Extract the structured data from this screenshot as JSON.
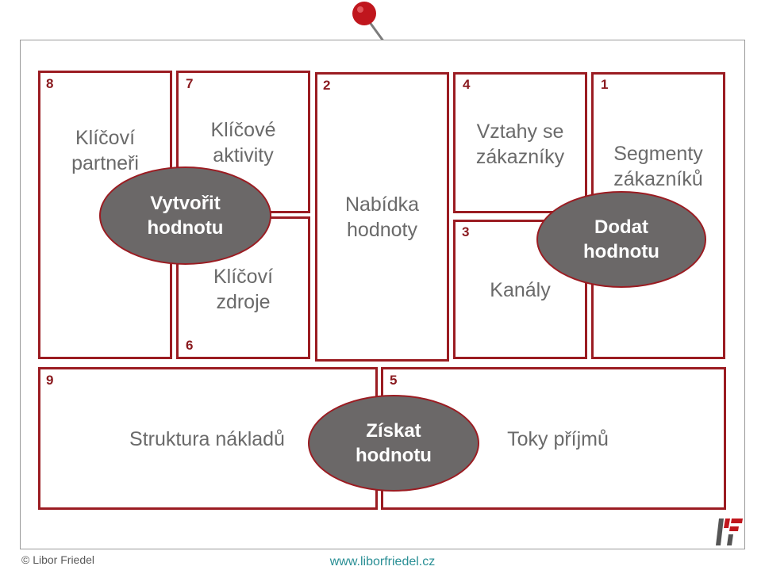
{
  "blocks": [
    {
      "id": "key-partners",
      "number": "8",
      "label": "Klíčoví\npartneři"
    },
    {
      "id": "key-activities",
      "number": "7",
      "label": "Klíčové\naktivity"
    },
    {
      "id": "key-resources",
      "number": "6",
      "label": "Klíčoví\nzdroje"
    },
    {
      "id": "value-proposition",
      "number": "2",
      "label": "Nabídka\nhodnoty"
    },
    {
      "id": "customer-relationships",
      "number": "4",
      "label": "Vztahy se\nzákazníky"
    },
    {
      "id": "channels",
      "number": "3",
      "label": "Kanály"
    },
    {
      "id": "customer-segments",
      "number": "1",
      "label": "Segmenty\nzákazníků"
    },
    {
      "id": "cost-structure",
      "number": "9",
      "label": "Struktura nákladů"
    },
    {
      "id": "revenue-streams",
      "number": "5",
      "label": "Toky příjmů"
    }
  ],
  "overlays": [
    {
      "id": "create-value",
      "label": "Vytvořit\nhodnotu"
    },
    {
      "id": "deliver-value",
      "label": "Dodat\nhodnotu"
    },
    {
      "id": "capture-value",
      "label": "Získat\nhodnotu"
    }
  ],
  "footer": {
    "copyright": "© Libor Friedel",
    "website": "www.liborfriedel.cz"
  },
  "colors": {
    "border": "#9b1c22",
    "ellipse_fill": "#6b6868",
    "label_text": "#6a6a6a",
    "website_text": "#2a8f95",
    "pin": "#c0161d"
  },
  "icons": {
    "pin": "push-pin-icon",
    "logo": "lf-logo-icon"
  }
}
